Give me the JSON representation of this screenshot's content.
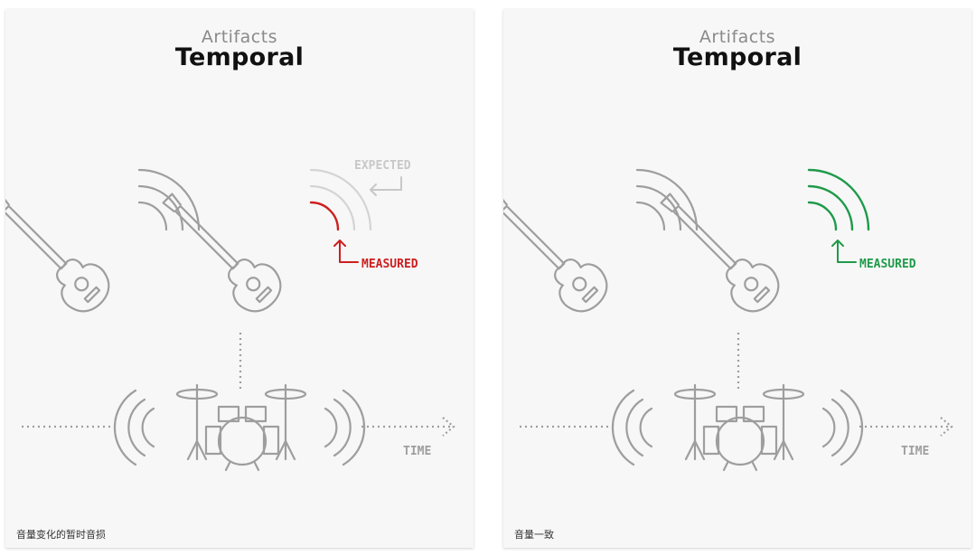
{
  "panels": [
    {
      "subtitle": "Artifacts",
      "title": "Temporal",
      "expected_label": "EXPECTED",
      "measured_label": "MEASURED",
      "time_label": "TIME",
      "caption": "音量变化的暂时音损",
      "accent_color": "#cc1f1f",
      "show_expected": true
    },
    {
      "subtitle": "Artifacts",
      "title": "Temporal",
      "measured_label": "MEASURED",
      "time_label": "TIME",
      "caption": "音量一致",
      "accent_color": "#1f9a4a",
      "show_expected": false
    }
  ],
  "icons": {
    "guitar": "guitar-icon",
    "drums": "drum-kit-icon",
    "sound_waves": "sound-waves-icon",
    "arrow": "arrow-icon"
  },
  "colors": {
    "line_gray": "#9e9e9e",
    "faint_gray": "#d0d0d0",
    "card_bg": "#f7f7f7"
  }
}
